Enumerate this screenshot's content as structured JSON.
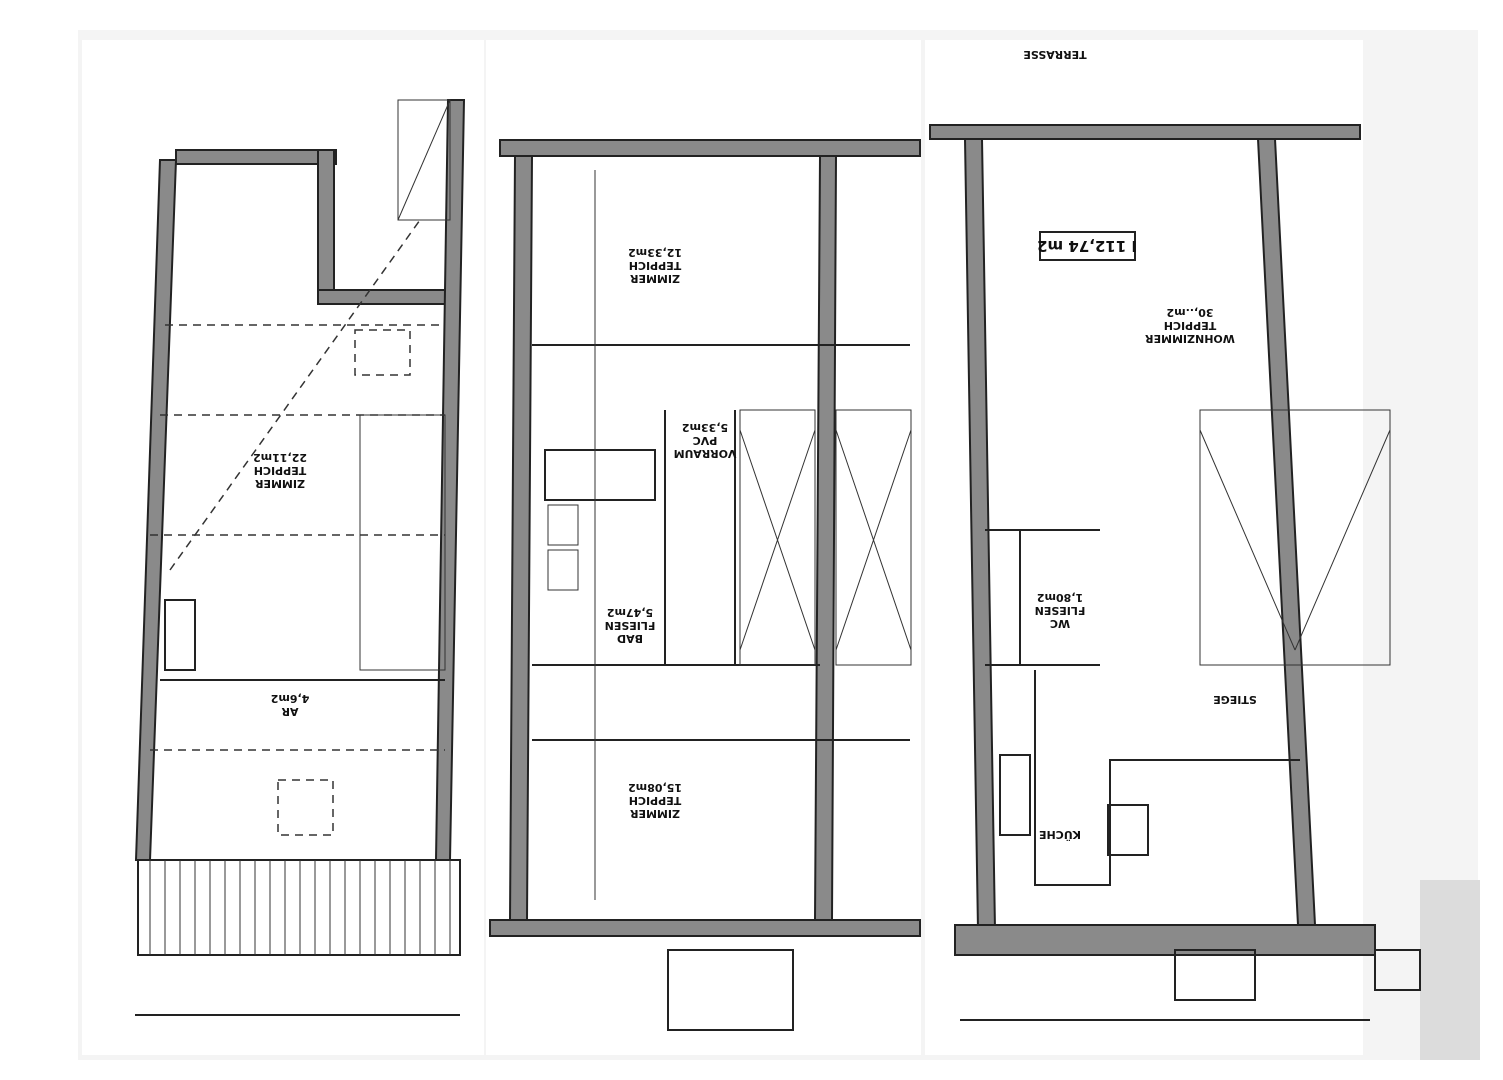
{
  "sheets": [
    {
      "name": "upper-floor",
      "rooms": [
        {
          "label": "ZIMMER",
          "floor": "TEPPICH",
          "area": "22,11m2"
        },
        {
          "label": "AR",
          "floor": "",
          "area": "4,6m2"
        }
      ]
    },
    {
      "name": "middle-floor",
      "rooms": [
        {
          "label": "ZIMMER",
          "floor": "TEPPICH",
          "area": "12,33m2"
        },
        {
          "label": "VORRAUM",
          "floor": "PVC",
          "area": "5,33m2"
        },
        {
          "label": "BAD",
          "floor": "FLIESEN",
          "area": "5,47m2"
        },
        {
          "label": "ZIMMER",
          "floor": "TEPPICH",
          "area": "15,08m2"
        }
      ]
    },
    {
      "name": "ground-floor",
      "total": "I  112,74 m2",
      "rooms": [
        {
          "label": "WOHNZIMMER",
          "floor": "TEPPICH",
          "area": "30,..m2"
        },
        {
          "label": "WC",
          "floor": "FLIESEN",
          "area": "1,80m2"
        },
        {
          "label": "KÜCHE",
          "floor": "",
          "area": ""
        },
        {
          "label": "STIEGE",
          "floor": "",
          "area": ""
        },
        {
          "label": "TERRASSE",
          "floor": "",
          "area": ""
        }
      ]
    }
  ],
  "colors": {
    "paper": "#ffffff",
    "wall": "#8a8a8a",
    "ink": "#222222",
    "scan_bg": "#e8e8e8"
  }
}
